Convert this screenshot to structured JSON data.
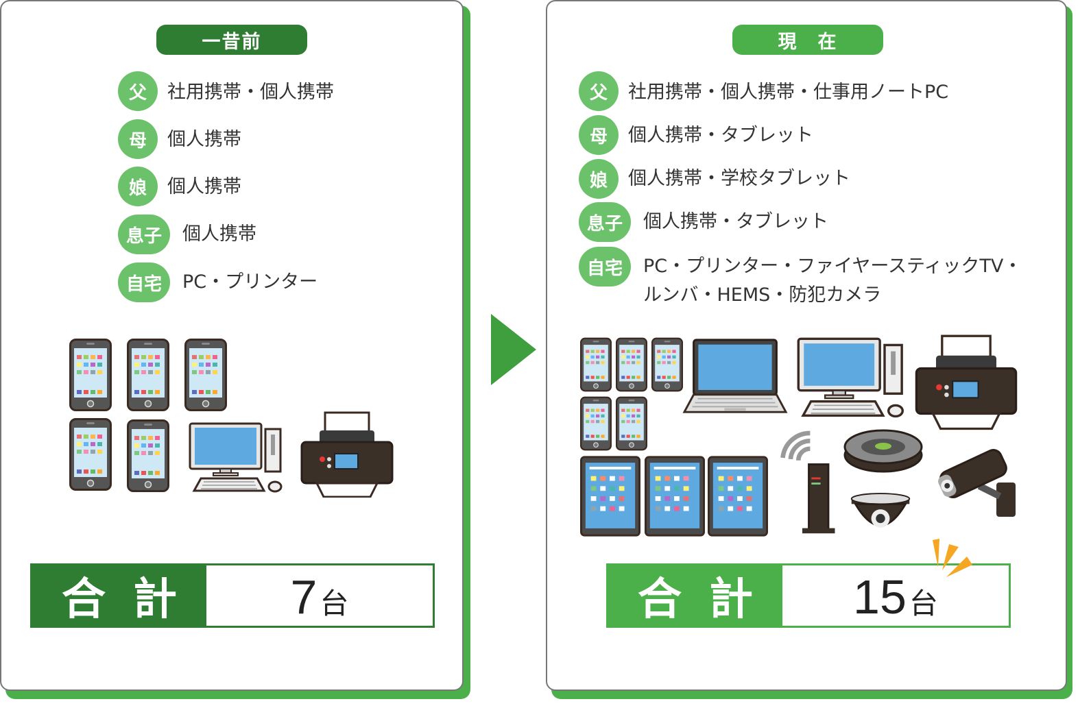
{
  "left": {
    "title": "一昔前",
    "rows": [
      {
        "badge": "父",
        "text": "社用携帯・個人携帯"
      },
      {
        "badge": "母",
        "text": "個人携帯"
      },
      {
        "badge": "娘",
        "text": "個人携帯"
      },
      {
        "badge": "息子",
        "text": "個人携帯"
      },
      {
        "badge": "自宅",
        "text": "PC・プリンター"
      }
    ],
    "total_label": "合計",
    "total_number": "7",
    "total_unit": "台"
  },
  "right": {
    "title": "現　在",
    "rows": [
      {
        "badge": "父",
        "text": "社用携帯・個人携帯・仕事用ノートPC"
      },
      {
        "badge": "母",
        "text": "個人携帯・タブレット"
      },
      {
        "badge": "娘",
        "text": "個人携帯・学校タブレット"
      },
      {
        "badge": "息子",
        "text": "個人携帯・タブレット"
      },
      {
        "badge": "自宅",
        "text": "PC・プリンター・ファイヤースティックTV・",
        "text2": "ルンバ・HEMS・防犯カメラ"
      }
    ],
    "total_label": "合計",
    "total_number": "15",
    "total_unit": "台"
  },
  "colors": {
    "dark_green": "#2e7d32",
    "green": "#4bb04a",
    "badge_green": "#6cc16b",
    "accent_orange": "#f5a623"
  },
  "icons": {
    "left": [
      "smartphone-icon",
      "smartphone-icon",
      "smartphone-icon",
      "smartphone-icon",
      "smartphone-icon",
      "desktop-pc-icon",
      "printer-icon"
    ],
    "right": [
      "smartphone-icon",
      "laptop-icon",
      "desktop-pc-icon",
      "printer-icon",
      "tablet-icon",
      "wifi-router-icon",
      "robot-vacuum-icon",
      "security-camera-icon",
      "dome-camera-icon"
    ]
  }
}
